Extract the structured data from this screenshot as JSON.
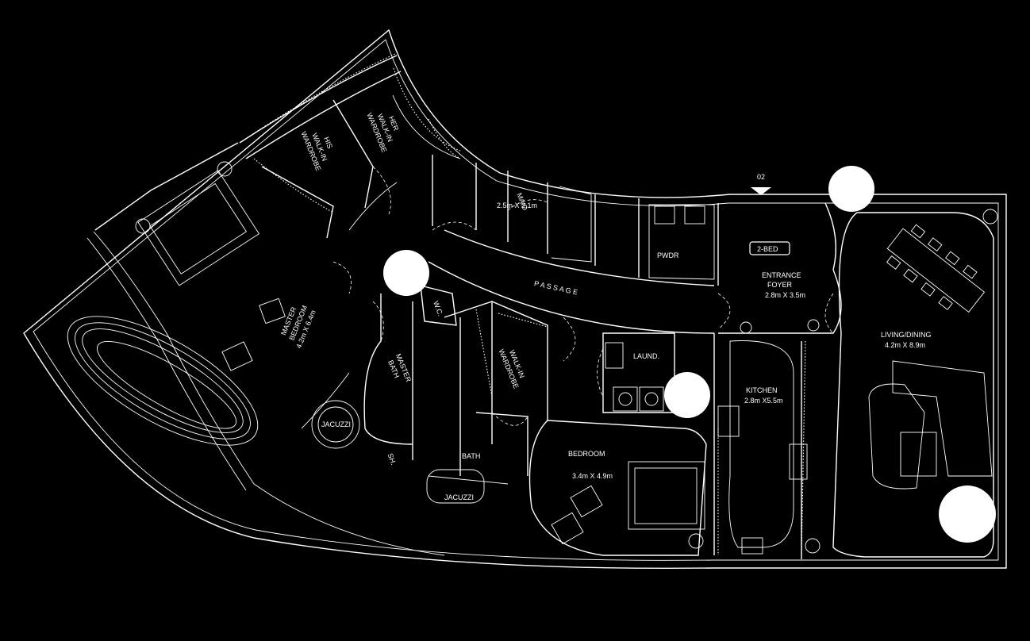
{
  "marker": "02",
  "tag": "2-BED",
  "rooms": {
    "her_wardrobe": [
      "HER",
      "WALK-IN",
      "WARDROBE"
    ],
    "his_wardrobe": [
      "HIS",
      "WALK-IN",
      "WARDROBE"
    ],
    "maid": [
      "MAID",
      "2.5m X 2.1m"
    ],
    "pwdr": "PWDR",
    "entrance": [
      "ENTRANCE",
      "FOYER",
      "2.8m X 3.5m"
    ],
    "passage": "P A S S A G E",
    "wc": "W.C.",
    "master_bedroom": [
      "MASTER",
      "BEDROOM",
      "4.2m X 6.4m"
    ],
    "master_bath": [
      "MASTER",
      "BATH"
    ],
    "walkin": [
      "WALK-IN",
      "WARDROBE"
    ],
    "laundry": "LAUND.",
    "kitchen": [
      "KITCHEN",
      "2.8m X5.5m"
    ],
    "living": [
      "LIVING/DINING",
      "4.2m X 8.9m"
    ],
    "jacuzzi_master": "JACUZZI",
    "shower": "SH.",
    "bath": "BATH",
    "jacuzzi_bath": "JACUZZI",
    "bedroom": [
      "BEDROOM",
      "3.4m X 4.9m"
    ]
  }
}
